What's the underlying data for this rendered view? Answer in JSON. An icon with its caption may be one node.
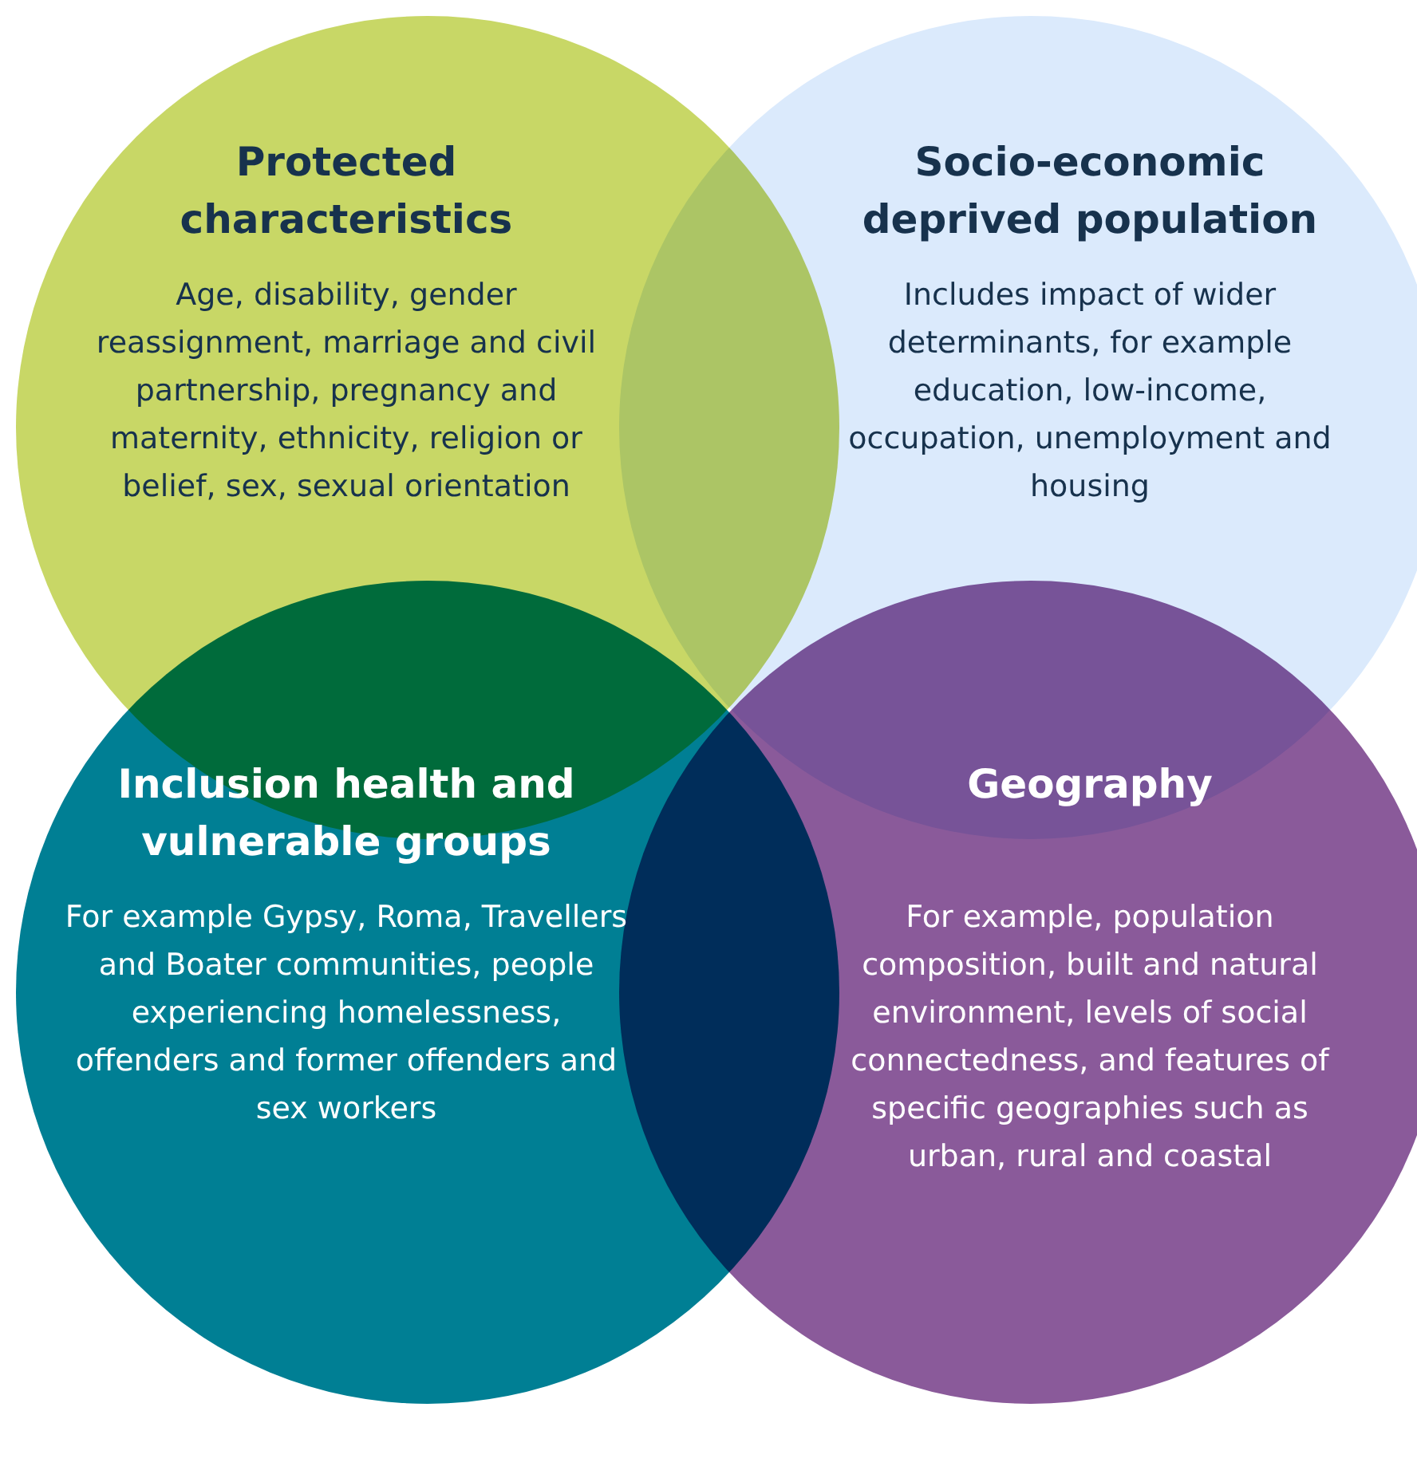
{
  "diagram": {
    "nodes": [
      {
        "text": [
          "Protected characteristics",
          "Age, disability, gender reassignment, marriage and civil partnership, pregnancy and maternity, ethnicity, religion or belief, sex, sexual orientation"
        ]
      },
      {
        "text": [
          "Socio-economic deprived population",
          "Includes impact of wider determinants, for example education, low-income, occupation, unemployment and housing"
        ]
      },
      {
        "text": [
          "Inclusion health and vulnerable groups",
          "For example Gypsy, Roma, Travellers and Boater communities, people experiencing homelessness, offenders and former offenders and sex workers"
        ]
      },
      {
        "text": [
          "Geography",
          "For example, population composition, built and natural environment, levels of social connectedness, and features of specific geographies such as urban, rural and coastal"
        ]
      }
    ]
  }
}
